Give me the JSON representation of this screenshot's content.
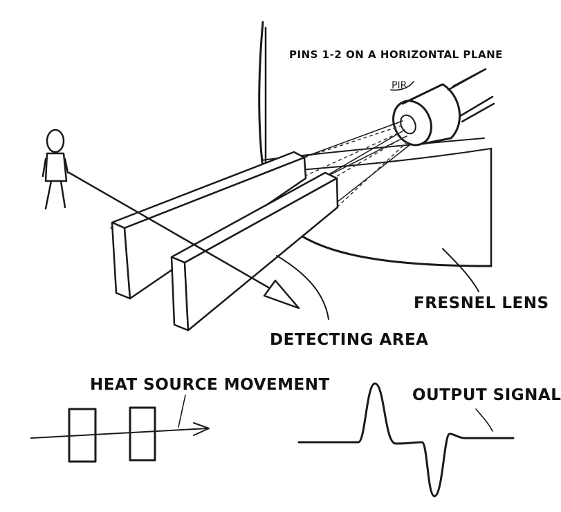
{
  "labels": {
    "pins": "PINS 1-2 ON A HORIZONTAL PLANE",
    "pir": "PIR",
    "fresnel": "FRESNEL LENS",
    "detecting": "DETECTING AREA",
    "heat_source": "HEAT SOURCE MOVEMENT",
    "output": "OUTPUT SIGNAL"
  },
  "colors": {
    "ink": "#1a1a1a",
    "background": "#ffffff"
  }
}
